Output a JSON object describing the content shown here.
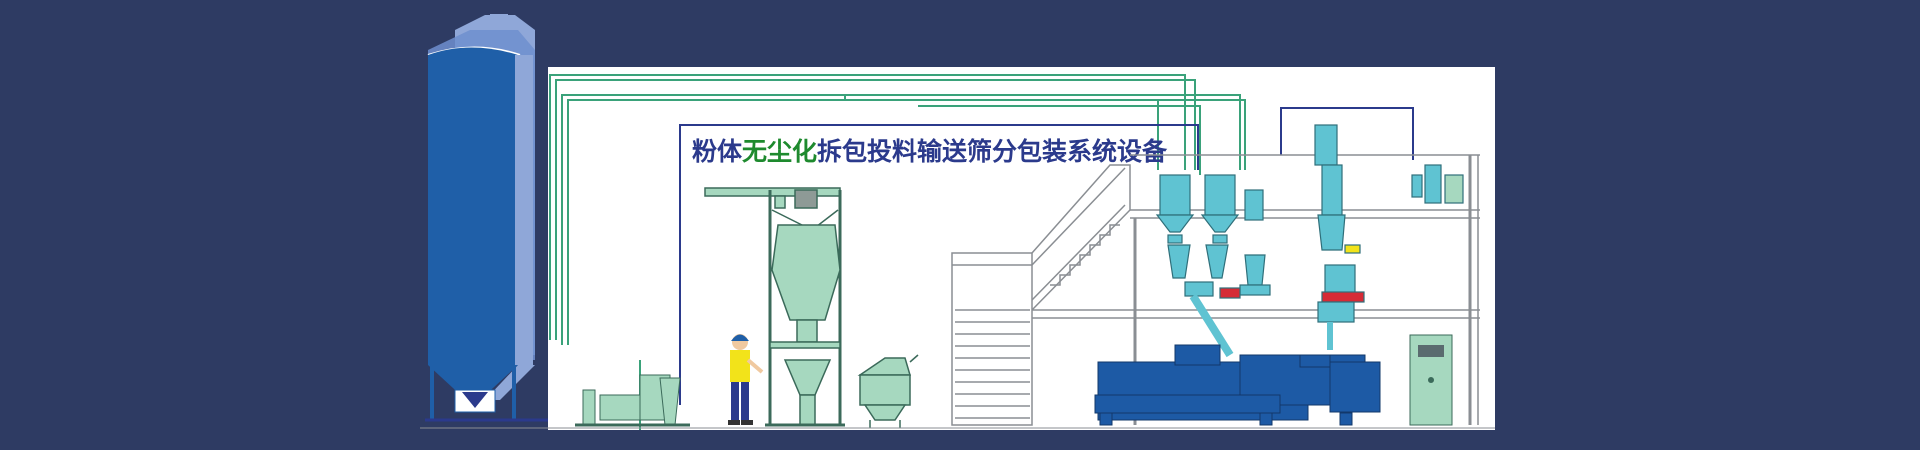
{
  "title": {
    "part1": "粉体",
    "part2": "无尘化",
    "part3": "拆包投料输送筛分包装系统设备"
  },
  "colors": {
    "background": "#2e3b63",
    "panel": "#ffffff",
    "title_main": "#2b3a8c",
    "title_highlight": "#1e8a2e",
    "silo_blue": "#1f5fa8",
    "silo_light": "#8fa7d8",
    "equipment_green": "#a6d8bf",
    "equipment_cyan": "#5fc3d2",
    "pipe_green": "#3aa27a",
    "pipe_navy": "#2b3a8c",
    "machine_blue": "#1d5aa5",
    "red_valve": "#d62b36",
    "yellow_part": "#f2e31a"
  },
  "icons": {
    "worker": "worker-icon",
    "silo": "silo-icon",
    "control_cabinet": "control-cabinet-icon"
  }
}
